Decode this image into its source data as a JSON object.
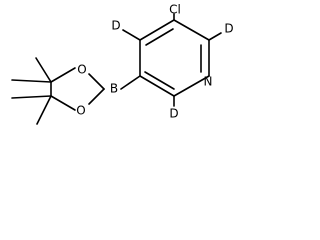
{
  "atoms": {
    "cl": "Cl",
    "d_top": "D",
    "d_right": "D",
    "n": "N",
    "d_bottom": "D",
    "b": "B",
    "o_top": "O",
    "o_bottom": "O"
  }
}
